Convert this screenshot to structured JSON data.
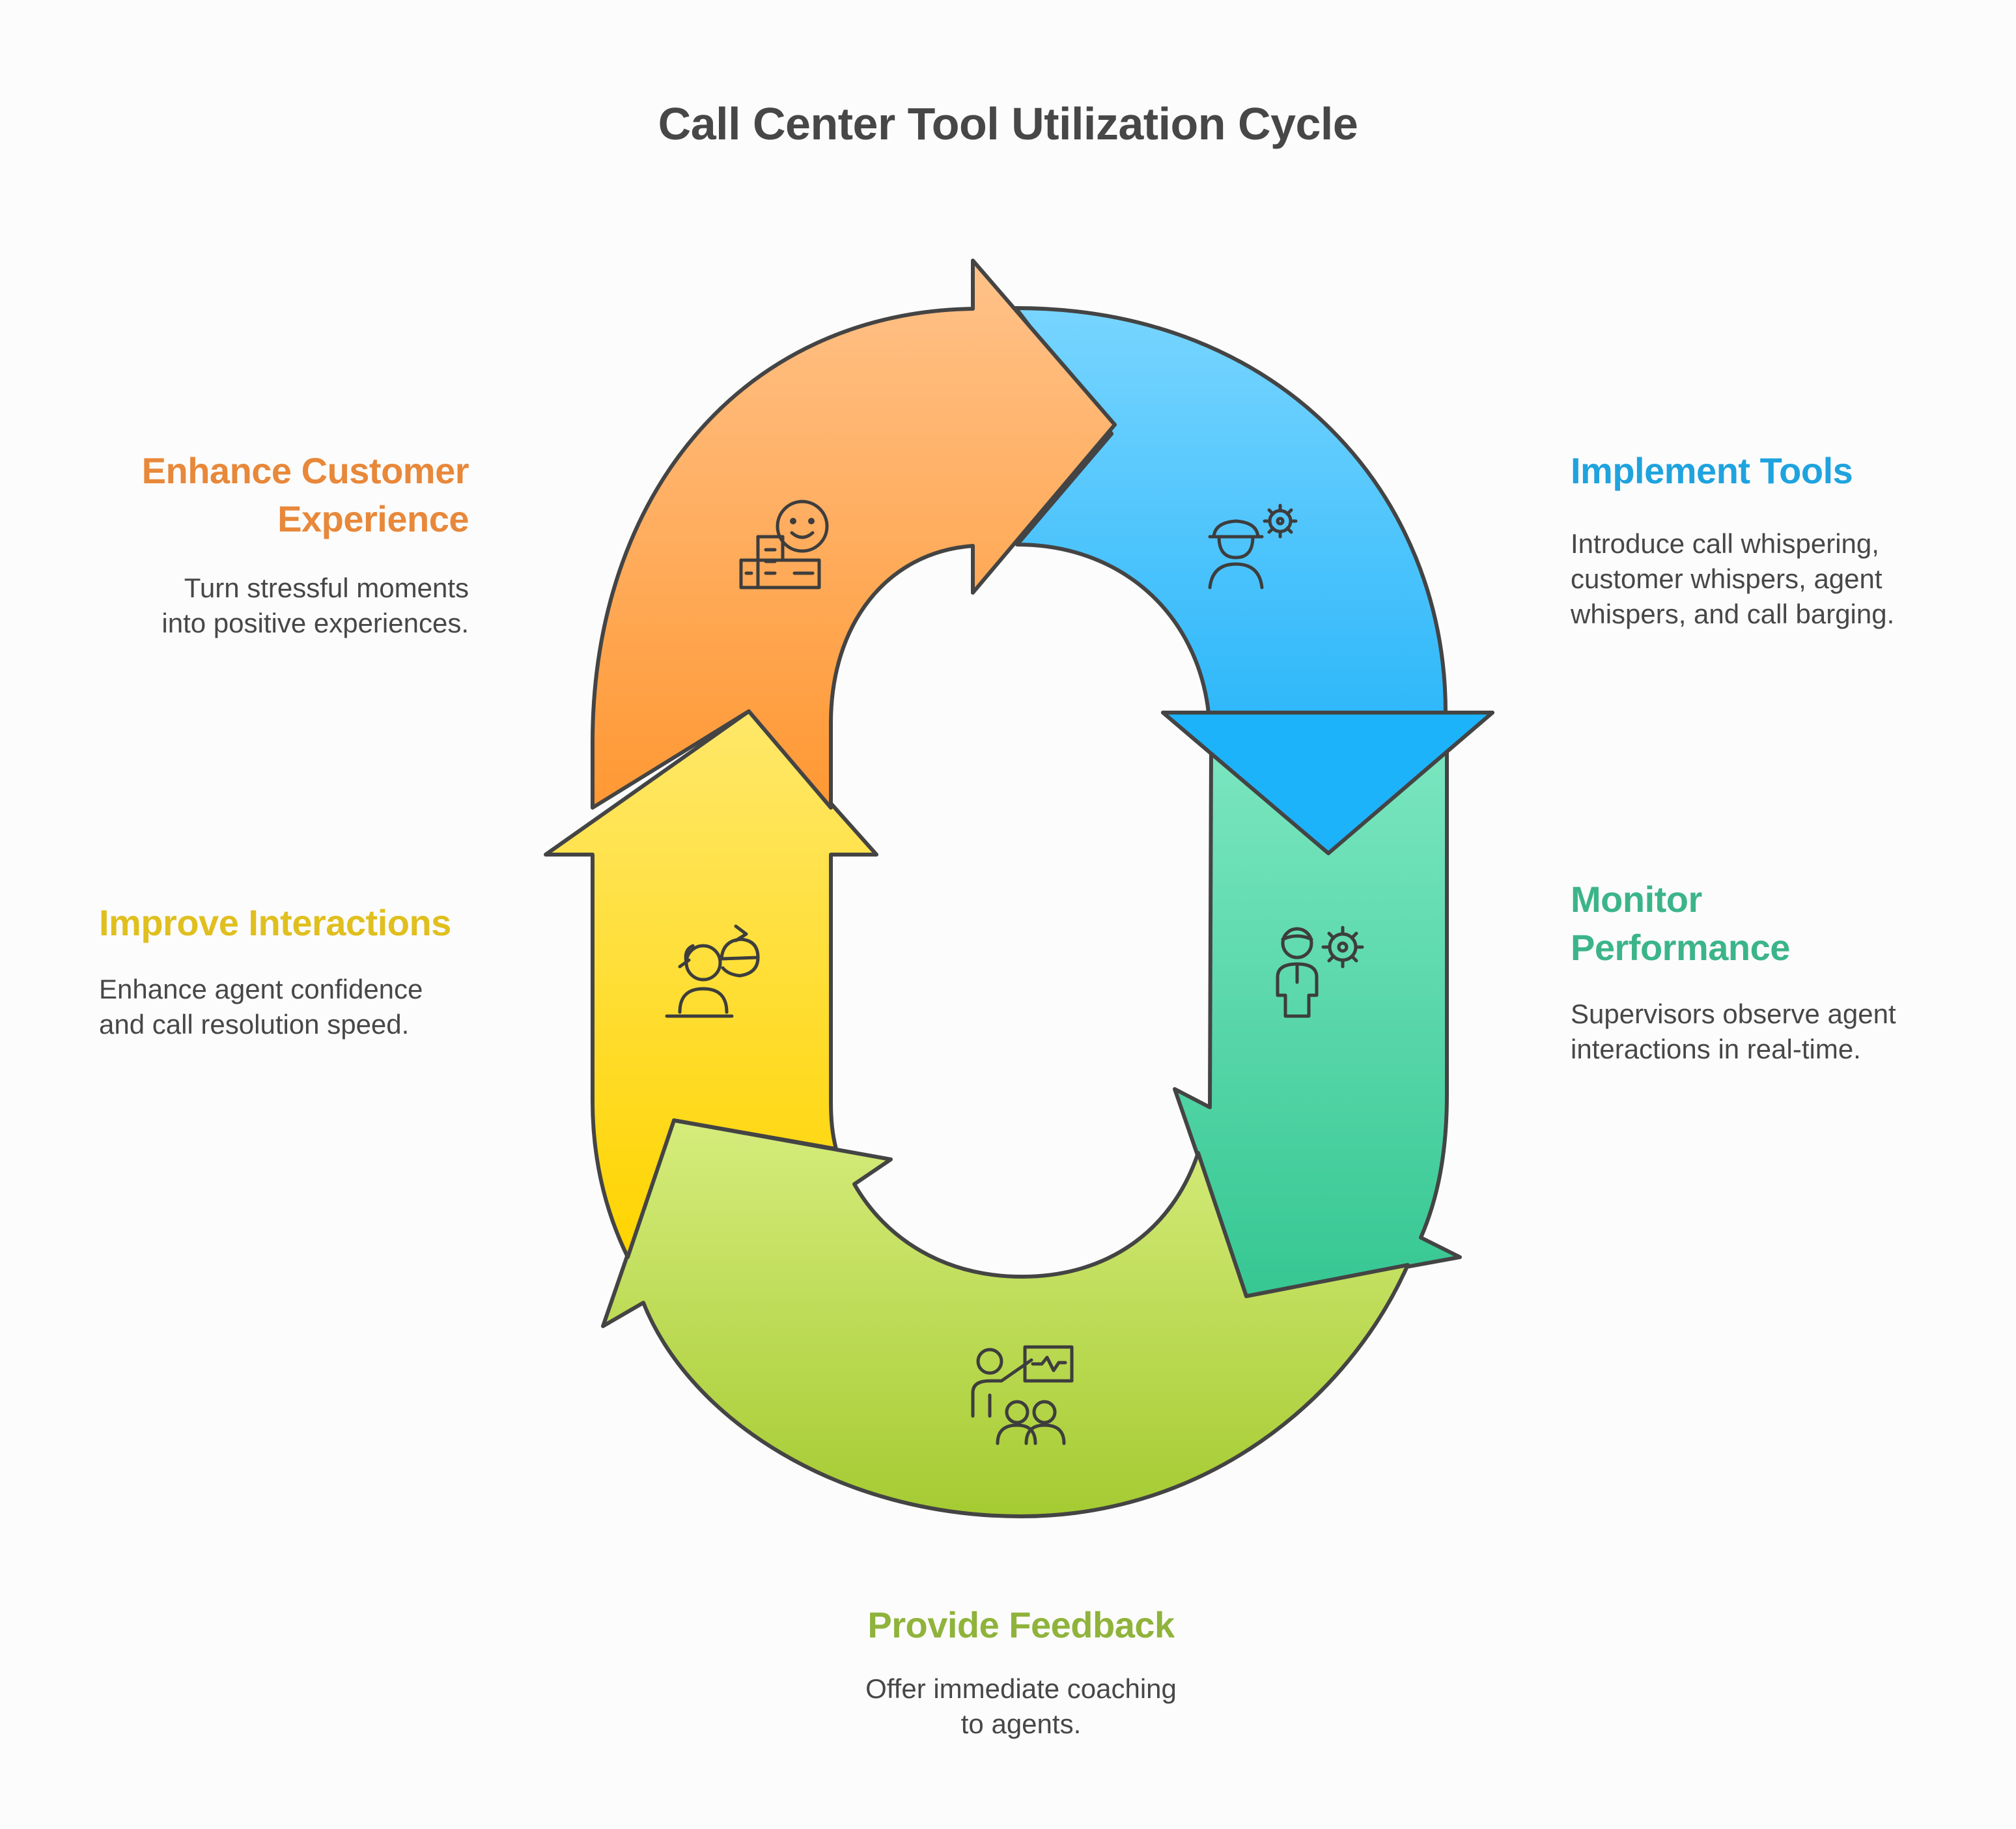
{
  "title": "Call Center Tool Utilization Cycle",
  "colors": {
    "enhance_customer_experience": "#e8883a",
    "implement_tools": "#1fa3de",
    "monitor_performance": "#3cb48a",
    "provide_feedback": "#8fb33b",
    "improve_interactions": "#e0bf1e"
  },
  "steps": {
    "enhance_customer_experience": {
      "title_line1": "Enhance Customer",
      "title_line2": "Experience",
      "desc_line1": "Turn stressful moments",
      "desc_line2": "into positive experiences.",
      "icon": "customer-building-smile-icon"
    },
    "implement_tools": {
      "title_line1": "Implement Tools",
      "desc_line1": "Introduce call whispering,",
      "desc_line2": "customer whispers, agent",
      "desc_line3": "whispers, and call barging.",
      "icon": "engineer-gear-icon"
    },
    "monitor_performance": {
      "title_line1": "Monitor",
      "title_line2": "Performance",
      "desc_line1": "Supervisors observe agent",
      "desc_line2": "interactions in real-time.",
      "icon": "supervisor-gear-icon"
    },
    "provide_feedback": {
      "title_line1": "Provide Feedback",
      "desc_line1": "Offer immediate coaching",
      "desc_line2": "to agents.",
      "icon": "coaching-presentation-icon"
    },
    "improve_interactions": {
      "title_line1": "Improve Interactions",
      "desc_line1": "Enhance agent confidence",
      "desc_line2": "and call resolution speed.",
      "icon": "agent-refresh-icon"
    }
  }
}
